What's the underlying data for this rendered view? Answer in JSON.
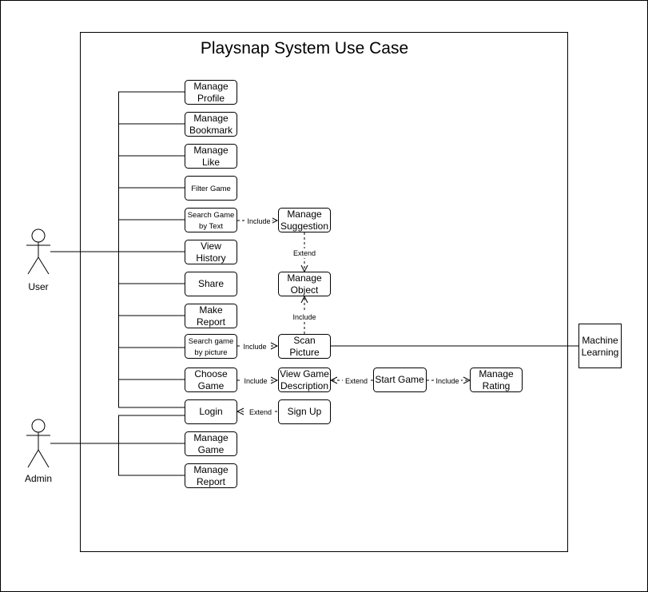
{
  "title": "Playsnap System Use Case",
  "actors": {
    "user": "User",
    "admin": "Admin"
  },
  "external_system": [
    "Machine",
    "Learning"
  ],
  "use_cases": {
    "manage_profile": [
      "Manage",
      "Profile"
    ],
    "manage_bookmark": [
      "Manage",
      "Bookmark"
    ],
    "manage_like": [
      "Manage",
      "Like"
    ],
    "filter_game": [
      "Filter Game"
    ],
    "search_game_text": [
      "Search Game",
      "by Text"
    ],
    "view_history": [
      "View",
      "History"
    ],
    "share": [
      "Share"
    ],
    "make_report": [
      "Make",
      "Report"
    ],
    "search_game_picture": [
      "Search game",
      "by picture"
    ],
    "choose_game": [
      "Choose",
      "Game"
    ],
    "login": [
      "Login"
    ],
    "manage_game": [
      "Manage",
      "Game"
    ],
    "manage_report": [
      "Manage",
      "Report"
    ],
    "manage_suggestion": [
      "Manage",
      "Suggestion"
    ],
    "manage_object": [
      "Manage",
      "Object"
    ],
    "scan_picture": [
      "Scan",
      "Picture"
    ],
    "view_game_description": [
      "View Game",
      "Description"
    ],
    "start_game": [
      "Start Game"
    ],
    "manage_rating": [
      "Manage",
      "Rating"
    ],
    "sign_up": [
      "Sign Up"
    ]
  },
  "relation_labels": {
    "include": "Include",
    "extend": "Extend"
  }
}
